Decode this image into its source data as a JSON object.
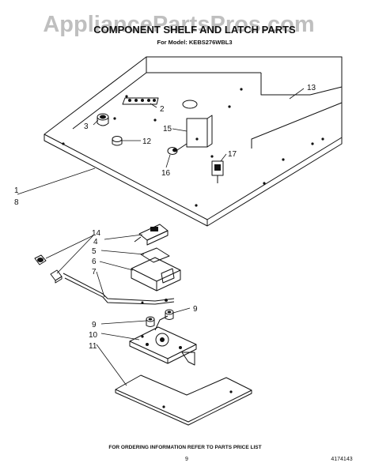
{
  "watermark": "AppliancePartsPros.com",
  "title": "COMPONENT SHELF AND LATCH PARTS",
  "model_line": "For Model: KEBS276WBL3",
  "callouts": [
    "1",
    "2",
    "3",
    "4",
    "5",
    "6",
    "7",
    "8",
    "9",
    "9",
    "10",
    "11",
    "12",
    "13",
    "14",
    "15",
    "16",
    "17"
  ],
  "footer_note": "FOR ORDERING INFORMATION REFER TO PARTS PRICE LIST",
  "page_number": "9",
  "doc_number": "4174143"
}
